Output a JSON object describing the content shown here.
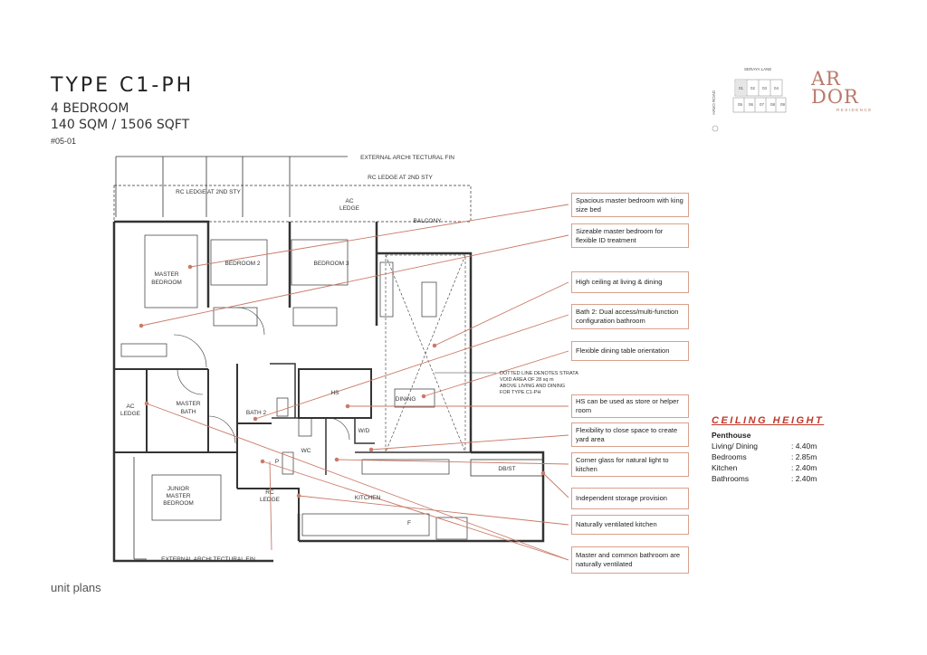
{
  "header": {
    "title": "TYPE C1-PH",
    "bedrooms": "4 BEDROOM",
    "area": "140 SQM / 1506 SQFT",
    "unit_no": "#05-01"
  },
  "logo": {
    "line1": "AR",
    "line2": "DOR",
    "line3": "RESIDENCE"
  },
  "key_plan": {
    "road_top": "SERAYA LANE",
    "road_left": "HAVO ROAD",
    "units_top": [
      "01",
      "02",
      "03",
      "04"
    ],
    "units_bottom": [
      "05",
      "06",
      "07",
      "08",
      "09"
    ]
  },
  "plan_labels": {
    "fin_top": "EXTERNAL ARCHI TECTURAL FIN",
    "fin_bottom": "EXTERNAL ARCHI TECTURAL FIN",
    "rc_ledge_2nd_a": "RC LEDGE AT 2ND STY",
    "rc_ledge_2nd_b": "RC LEDGE AT 2ND STY",
    "ac_ledge_top": "AC",
    "ac_ledge_top2": "LEDGE",
    "balcony": "BALCONY",
    "master_bedroom_1": "MASTER",
    "master_bedroom_2": "BEDROOM",
    "bedroom2": "BEDROOM 2",
    "bedroom3": "BEDROOM 3",
    "ac_ledge_left1": "AC",
    "ac_ledge_left2": "LEDGE",
    "master_bath1": "MASTER",
    "master_bath2": "BATH",
    "bath2": "BATH 2",
    "hs": "HS",
    "dining": "DINING",
    "wd": "W/D",
    "wc": "WC",
    "junior1": "JUNIOR",
    "junior2": "MASTER",
    "junior3": "BEDROOM",
    "rc_ledge1": "RC",
    "rc_ledge2": "LEDGE",
    "kitchen": "KITCHEN",
    "dbst": "DB/ST",
    "p": "P",
    "f": "F",
    "void_note": [
      "DOTTED LINE DENOTES STRATA",
      "VOID AREA OF 28 sq m",
      "ABOVE LIVING AND DINING",
      "FOR TYPE C1-PH"
    ]
  },
  "callouts": [
    "Spacious master bedroom with king size bed",
    "Sizeable master bedroom for flexible ID treatment",
    "High ceiling at living & dining",
    "Bath 2: Dual access/multi-function configuration bathroom",
    "Flexible dining table orientation",
    "HS can be used as store or helper room",
    "Flexibility to close space to create yard area",
    "Corner glass for natural light to kitchen",
    "Independent storage provision",
    "Naturally ventilated kitchen",
    "Master and common bathroom are naturally ventilated"
  ],
  "ceiling": {
    "title": "CEILING HEIGHT",
    "category": "Penthouse",
    "rows": [
      {
        "label": "Living/ Dining",
        "value": ": 4.40m"
      },
      {
        "label": "Bedrooms",
        "value": ": 2.85m"
      },
      {
        "label": "Kitchen",
        "value": ": 2.40m"
      },
      {
        "label": "Bathrooms",
        "value": ": 2.40m"
      }
    ]
  },
  "footer": "unit plans",
  "colors": {
    "accent": "#c0392b",
    "callout_border": "#d9a08c",
    "leader": "#c97a68",
    "logo": "#b9786a"
  }
}
